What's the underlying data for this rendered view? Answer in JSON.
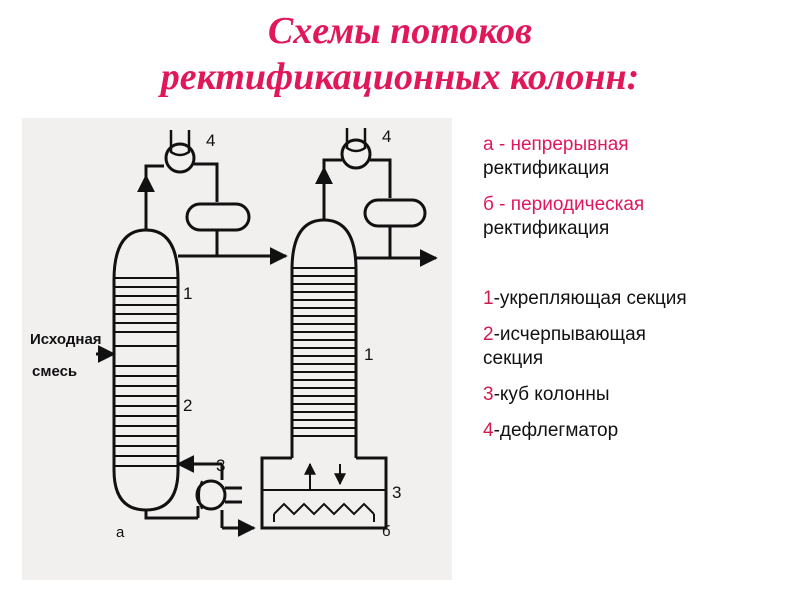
{
  "title": {
    "line1": "Схемы потоков",
    "line2": "ректификационных колонн:"
  },
  "legend": {
    "a_letter": "а - ",
    "a_text1": "непрерывная",
    "a_text2": "ректификация",
    "b_letter": "б - ",
    "b_text1": "периодическая",
    "b_text2": "ректификация",
    "items": [
      {
        "num": "1",
        "text": "-укрепляющая секция"
      },
      {
        "num": "2",
        "text": "-исчерпывающая",
        "text2": "секция"
      },
      {
        "num": "3",
        "text": "-куб колонны"
      },
      {
        "num": "4",
        "text": "-дефлегматор"
      }
    ]
  },
  "diagram": {
    "feed_label_1": "Исходная",
    "feed_label_2": "смесь",
    "a": {
      "label_4": "4",
      "label_1": "1",
      "label_2": "2",
      "label_3": "3",
      "caption": "а"
    },
    "b": {
      "label_4": "4",
      "label_1": "1",
      "label_3": "3",
      "caption": "б"
    }
  },
  "colors": {
    "title": "#e0185a",
    "accent": "#e0185a",
    "diagram_bg": "#f2f0ef",
    "ink": "#111111"
  }
}
